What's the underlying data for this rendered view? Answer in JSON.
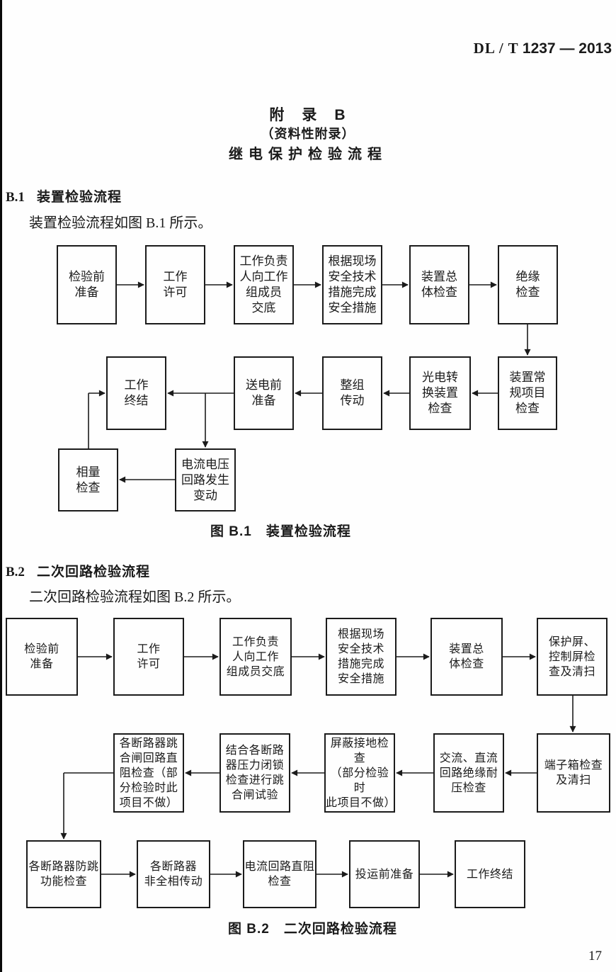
{
  "page": {
    "std_prefix": "DL / T",
    "std_number": "1237 — 2013",
    "page_number": "17"
  },
  "title": {
    "line1": "附　录　B",
    "line2": "（资料性附录）",
    "line3": "继电保护检验流程"
  },
  "section_b1": {
    "number": "B.1",
    "heading": "装置检验流程",
    "intro": "装置检验流程如图 B.1 所示。",
    "caption": "图 B.1　装置检验流程"
  },
  "section_b2": {
    "number": "B.2",
    "heading": "二次回路检验流程",
    "intro": "二次回路检验流程如图 B.2 所示。",
    "caption": "图 B.2　二次回路检验流程"
  },
  "figure_b1": {
    "nodes": [
      "检验前\n准备",
      "工作\n许可",
      "工作负责\n人向工作\n组成员\n交底",
      "根据现场\n安全技术\n措施完成\n安全措施",
      "装置总\n体检查",
      "绝缘\n检查",
      "工作\n终结",
      "送电前\n准备",
      "整组\n传动",
      "光电转\n换装置\n检查",
      "装置常\n规项目\n检查",
      "相量\n检查",
      "电流电压\n回路发生\n变动"
    ]
  },
  "figure_b2": {
    "nodes": [
      "检验前\n准备",
      "工作\n许可",
      "工作负责\n人向工作\n组成员交底",
      "根据现场\n安全技术\n措施完成\n安全措施",
      "装置总\n体检查",
      "保护屏、\n控制屏检\n查及清扫",
      "各断路器跳\n合闸回路直\n阻检查（部\n分检验时此\n项目不做）",
      "结合各断路\n器压力闭锁\n检查进行跳\n合闸试验",
      "屏蔽接地检查\n（部分检验时\n此项目不做）",
      "交流、直流\n回路绝缘耐\n压检查",
      "端子箱检查\n及清扫",
      "各断路器防跳\n功能检查",
      "各断路器\n非全相传动",
      "电流回路直阻\n检查",
      "投运前准备",
      "工作终结"
    ]
  }
}
